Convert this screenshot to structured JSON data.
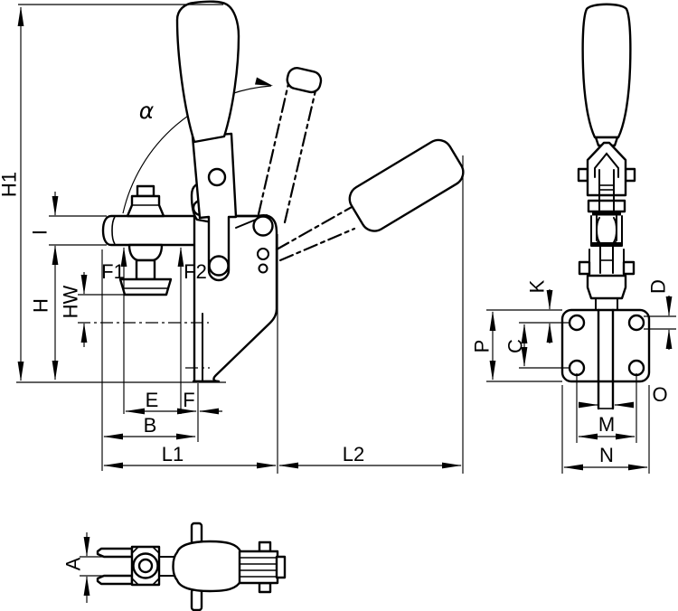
{
  "colors": {
    "ink": "#000000",
    "paper": "#ffffff"
  },
  "views": {
    "side": {
      "labels": {
        "h1": "H1",
        "i": "I",
        "h": "H",
        "hw": "HW",
        "f1": "F1",
        "f2": "F2",
        "e": "E",
        "f": "F",
        "b": "B",
        "l1": "L1",
        "l2": "L2",
        "alpha": "α"
      }
    },
    "front": {
      "labels": {
        "k": "K",
        "d": "D",
        "p": "P",
        "c": "C",
        "o": "O",
        "m": "M",
        "n": "N"
      }
    },
    "top": {
      "labels": {
        "a": "A"
      }
    }
  }
}
